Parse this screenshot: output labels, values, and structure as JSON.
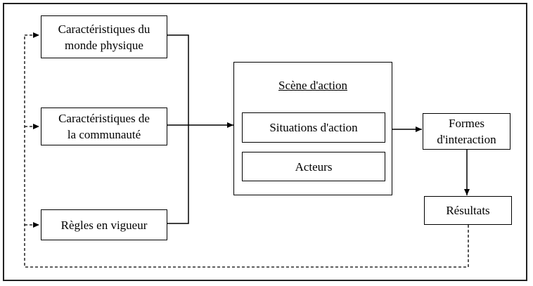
{
  "diagram": {
    "nodes": {
      "physical_world": {
        "label_line1": "Caractéristiques du",
        "label_line2": "monde physique"
      },
      "community": {
        "label_line1": "Caractéristiques de",
        "label_line2": "la communauté"
      },
      "rules": {
        "label": "Règles en vigueur"
      },
      "action_scene": {
        "title": "Scène d'action"
      },
      "action_situations": {
        "label": "Situations d'action"
      },
      "actors": {
        "label": "Acteurs"
      },
      "interaction_patterns": {
        "label_line1": "Formes",
        "label_line2": "d'interaction"
      },
      "outcomes": {
        "label": "Résultats"
      }
    },
    "edges": [
      {
        "from": "physical_world",
        "to": "action_scene",
        "style": "solid"
      },
      {
        "from": "community",
        "to": "action_scene",
        "style": "solid"
      },
      {
        "from": "rules",
        "to": "action_scene",
        "style": "solid"
      },
      {
        "from": "action_scene",
        "to": "interaction_patterns",
        "style": "solid"
      },
      {
        "from": "interaction_patterns",
        "to": "outcomes",
        "style": "solid"
      },
      {
        "from": "outcomes",
        "to": "physical_world",
        "style": "dashed"
      },
      {
        "from": "outcomes",
        "to": "community",
        "style": "dashed"
      },
      {
        "from": "outcomes",
        "to": "rules",
        "style": "dashed"
      }
    ]
  }
}
